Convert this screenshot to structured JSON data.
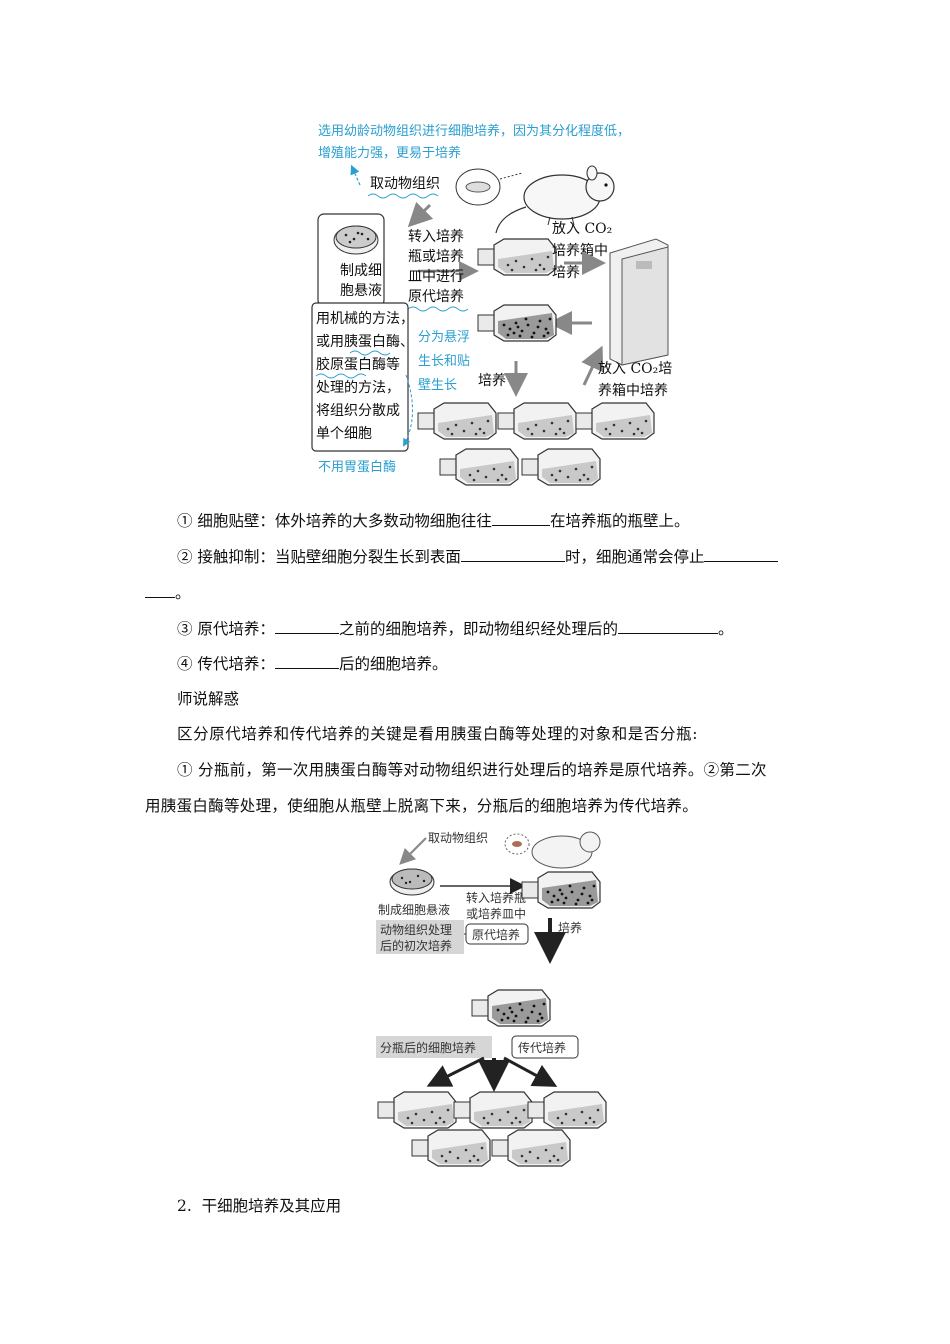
{
  "figure1": {
    "annotation_top": [
      "选用幼龄动物组织进行细胞培养，因为其分化程度低，",
      "增殖能力强，更易于培养"
    ],
    "take_tissue": "取动物组织",
    "make_suspension": [
      "制成细",
      "胞悬液"
    ],
    "transfer": [
      "转入培养",
      "瓶或培养",
      "皿中进行",
      "原代培养"
    ],
    "co2_top": [
      "放入 CO₂",
      "培养箱中",
      "培养"
    ],
    "method_box": [
      "用机械的方法，",
      "或用胰蛋白酶、",
      "胶原蛋白酶等",
      "处理的方法，",
      "将组织分散成",
      "单个细胞"
    ],
    "hand_growth": [
      "分为悬浮",
      "生长和贴",
      "壁生长"
    ],
    "culture": "培养",
    "co2_bottom": [
      "放入 CO₂培",
      "养箱中培养"
    ],
    "hand_no_pepsin": "不用胃蛋白酶"
  },
  "body": {
    "line1": [
      "① 细胞贴壁：体外培养的大多数动物细胞往往",
      "在培养瓶的瓶壁上。"
    ],
    "line2": [
      "② 接触抑制：当贴壁细胞分裂生长到表面",
      "时，细胞通常会停止"
    ],
    "line2b": "。",
    "line3": [
      "③ 原代培养：",
      "之前的细胞培养，即动物组织经处理后的",
      "。"
    ],
    "line4": [
      "④ 传代培养：",
      "后的细胞培养。"
    ],
    "heading": "师说解惑",
    "para1": "区分原代培养和传代培养的关键是看用胰蛋白酶等处理的对象和是否分瓶:",
    "para2a": "① 分瓶前，第一次用胰蛋白酶等对动物组织进行处理后的培养是原代培养。②第二次",
    "para2b": "用胰蛋白酶等处理，使细胞从瓶壁上脱离下来，分瓶后的细胞培养为传代培养。"
  },
  "figure2": {
    "take_tissue": "取动物组织",
    "make_suspension": "制成细胞悬液",
    "transfer": [
      "转入培养瓶",
      "或培养皿中"
    ],
    "first_culture_note": [
      "动物组织处理",
      "后的初次培养"
    ],
    "primary": "原代培养",
    "culture": "培养",
    "after_split": "分瓶后的细胞培养",
    "passage": "传代培养"
  },
  "section": {
    "number": "2.",
    "title": "干细胞培养及其应用"
  }
}
